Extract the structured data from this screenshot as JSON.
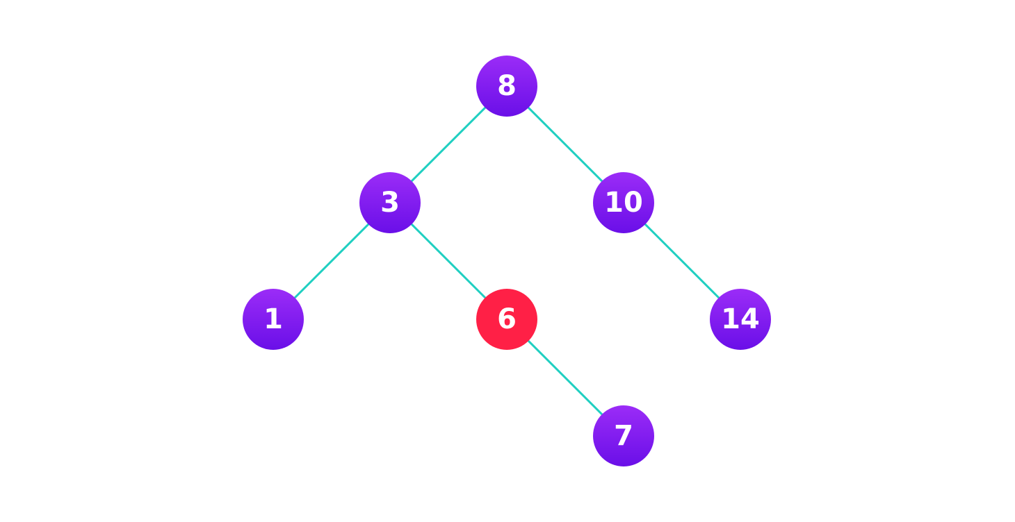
{
  "tree": {
    "nodes": [
      {
        "id": "n8",
        "label": "8",
        "highlighted": false
      },
      {
        "id": "n3",
        "label": "3",
        "highlighted": false
      },
      {
        "id": "n10",
        "label": "10",
        "highlighted": false
      },
      {
        "id": "n1",
        "label": "1",
        "highlighted": false
      },
      {
        "id": "n6",
        "label": "6",
        "highlighted": true
      },
      {
        "id": "n14",
        "label": "14",
        "highlighted": false
      },
      {
        "id": "n7",
        "label": "7",
        "highlighted": false
      }
    ],
    "edges": [
      {
        "from": "n8",
        "to": "n3"
      },
      {
        "from": "n8",
        "to": "n10"
      },
      {
        "from": "n3",
        "to": "n1"
      },
      {
        "from": "n3",
        "to": "n6"
      },
      {
        "from": "n10",
        "to": "n14"
      },
      {
        "from": "n6",
        "to": "n7"
      }
    ]
  },
  "colors": {
    "node_top": "#9b2cf7",
    "node_bottom": "#6a0fe8",
    "highlight": "#ff2046",
    "edge": "#1fcfc1",
    "label": "#ffffff"
  }
}
